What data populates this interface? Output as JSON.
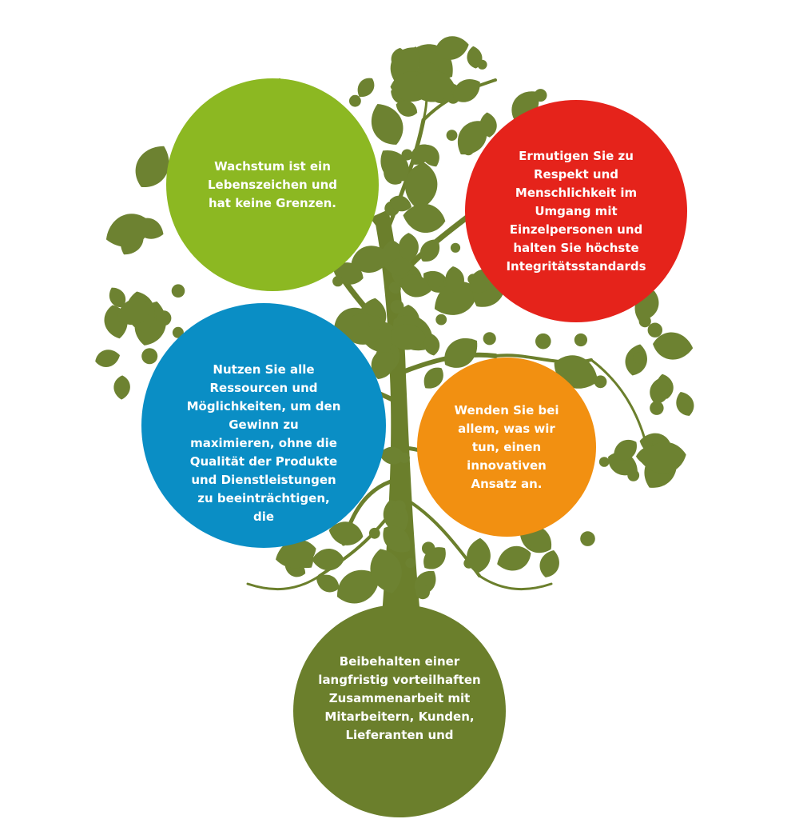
{
  "colors": {
    "leaf": "#6d8231",
    "trunk": "#6b7f2c",
    "green": "#8cb822",
    "red": "#e5231b",
    "blue": "#0a8ec5",
    "orange": "#f29011",
    "olive": "#6b7f2c",
    "text": "#ffffff"
  },
  "circles": {
    "green": {
      "text": "Wachstum ist ein Lebenszeichen und hat keine Grenzen."
    },
    "red": {
      "text": "Ermutigen Sie zu Respekt und Menschlichkeit im Umgang mit Einzelpersonen und halten Sie höchste Integritätsstandards"
    },
    "blue": {
      "text": "Nutzen Sie alle Ressourcen und Möglichkeiten, um den Gewinn zu maximieren, ohne die Qualität der Produkte und Dienstleistungen zu beeinträchtigen, die"
    },
    "orange": {
      "text": "Wenden Sie bei allem, was wir tun, einen innovativen Ansatz an."
    },
    "olive": {
      "text": "Beibehalten einer langfristig vorteilhaften Zusammenarbeit mit Mitarbeitern, Kunden, Lieferanten und"
    }
  }
}
